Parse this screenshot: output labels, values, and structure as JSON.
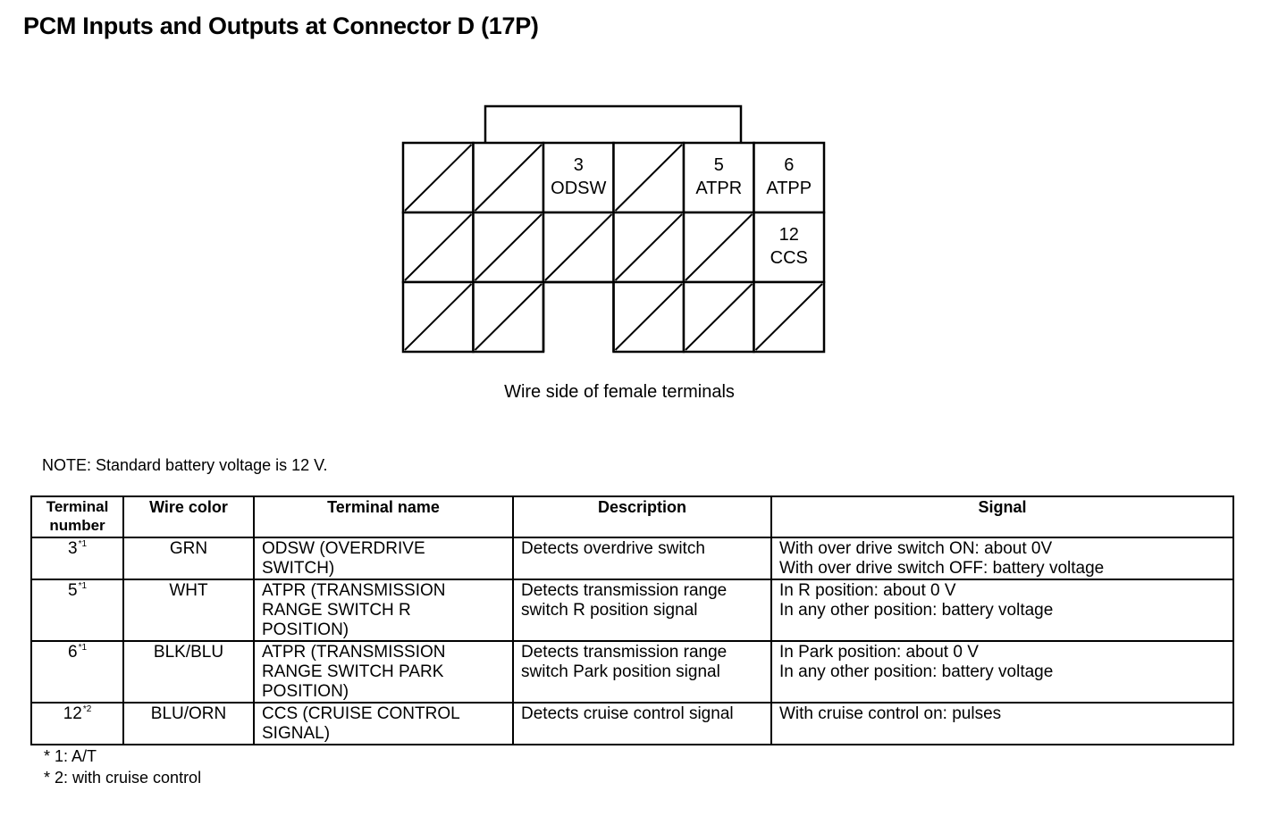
{
  "title": "PCM Inputs and Outputs at Connector D (17P)",
  "connector": {
    "caption": "Wire side of female terminals",
    "grid": [
      [
        {
          "state": "unused"
        },
        {
          "state": "unused"
        },
        {
          "state": "pin",
          "num": "3",
          "label": "ODSW"
        },
        {
          "state": "unused"
        },
        {
          "state": "pin",
          "num": "5",
          "label": "ATPR"
        },
        {
          "state": "pin",
          "num": "6",
          "label": "ATPP"
        }
      ],
      [
        {
          "state": "unused"
        },
        {
          "state": "unused"
        },
        {
          "state": "unused"
        },
        {
          "state": "unused"
        },
        {
          "state": "unused"
        },
        {
          "state": "pin",
          "num": "12",
          "label": "CCS"
        }
      ],
      [
        {
          "state": "unused"
        },
        {
          "state": "unused"
        },
        {
          "state": "gap"
        },
        {
          "state": "unused"
        },
        {
          "state": "unused"
        },
        {
          "state": "unused"
        }
      ]
    ]
  },
  "note": "NOTE: Standard battery voltage is 12 V.",
  "table": {
    "headers": {
      "terminal_line1": "Terminal",
      "terminal_line2": "number",
      "wire_color": "Wire color",
      "terminal_name": "Terminal name",
      "description": "Description",
      "signal": "Signal"
    },
    "rows": [
      {
        "terminal": "3",
        "fn": "*1",
        "wire": "GRN",
        "name": [
          "ODSW (OVERDRIVE",
          "SWITCH)"
        ],
        "desc": [
          "Detects overdrive switch"
        ],
        "signal": [
          "With over drive switch ON: about 0V",
          "With over drive switch OFF: battery voltage"
        ]
      },
      {
        "terminal": "5",
        "fn": "*1",
        "wire": "WHT",
        "name": [
          "ATPR (TRANSMISSION",
          "RANGE SWITCH R",
          "POSITION)"
        ],
        "desc": [
          "Detects transmission range",
          "switch R position signal"
        ],
        "signal": [
          "In R position: about 0 V",
          "In any other position: battery voltage"
        ]
      },
      {
        "terminal": "6",
        "fn": "*1",
        "wire": "BLK/BLU",
        "name": [
          "ATPR (TRANSMISSION",
          "RANGE SWITCH PARK",
          "POSITION)"
        ],
        "desc": [
          "Detects transmission range",
          "switch Park position signal"
        ],
        "signal": [
          "In Park position: about 0 V",
          "In any other position: battery voltage"
        ]
      },
      {
        "terminal": "12",
        "fn": "*2",
        "wire": "BLU/ORN",
        "name": [
          "CCS (CRUISE CONTROL",
          "SIGNAL)"
        ],
        "desc": [
          "Detects cruise control signal"
        ],
        "signal": [
          "With cruise control on: pulses"
        ]
      }
    ]
  },
  "footnotes": [
    "* 1: A/T",
    "* 2: with cruise control"
  ]
}
